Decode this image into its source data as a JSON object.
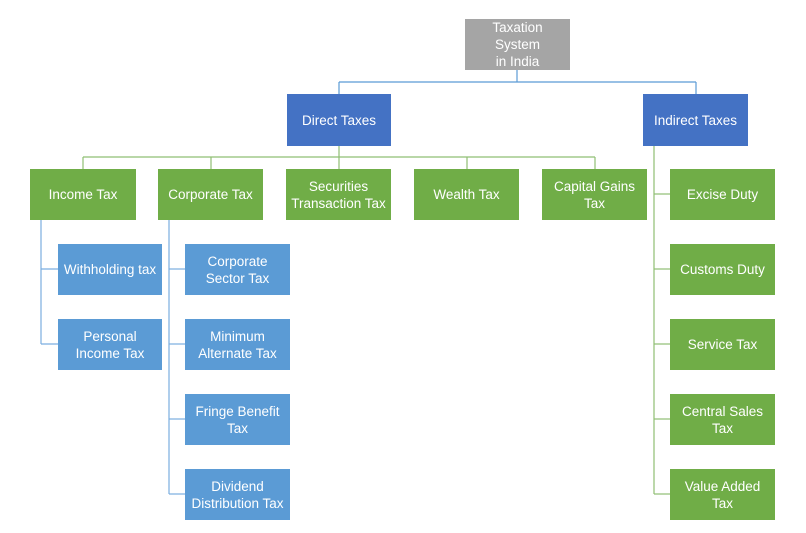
{
  "diagram": {
    "root": "Taxation System\nin India",
    "direct": "Direct Taxes",
    "indirect": "Indirect Taxes",
    "direct_children": [
      "Income Tax",
      "Corporate Tax",
      "Securities\nTransaction Tax",
      "Wealth Tax",
      "Capital Gains\nTax"
    ],
    "income_children": [
      "Withholding tax",
      "Personal\nIncome Tax"
    ],
    "corporate_children": [
      "Corporate\nSector Tax",
      "Minimum\nAlternate Tax",
      "Fringe Benefit\nTax",
      "Dividend\nDistribution Tax"
    ],
    "indirect_children": [
      "Excise Duty",
      "Customs Duty",
      "Service Tax",
      "Central Sales\nTax",
      "Value Added\nTax"
    ],
    "colors": {
      "root": "#a5a5a5",
      "category": "#4472c4",
      "tax_type": "#70ad47",
      "sub_tax": "#5b9bd5"
    }
  }
}
